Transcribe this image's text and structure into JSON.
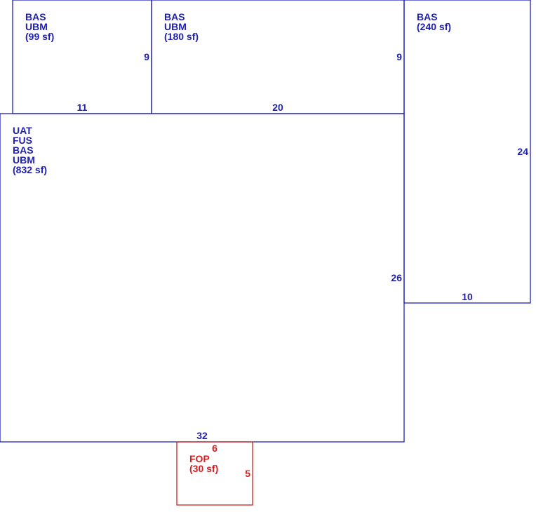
{
  "colors": {
    "main": "#1f1fb4",
    "porch": "#d42020"
  },
  "areas": [
    {
      "id": "a1",
      "lines": [
        "BAS",
        "UBM",
        "(99 sf)"
      ],
      "color": "main"
    },
    {
      "id": "a2",
      "lines": [
        "BAS",
        "UBM",
        "(180 sf)"
      ],
      "color": "main"
    },
    {
      "id": "a3",
      "lines": [
        "BAS",
        "(240 sf)"
      ],
      "color": "main"
    },
    {
      "id": "a4",
      "lines": [
        "UAT",
        "FUS",
        "BAS",
        "UBM",
        "(832 sf)"
      ],
      "color": "main"
    },
    {
      "id": "a5",
      "lines": [
        "FOP",
        "(30 sf)"
      ],
      "color": "porch"
    }
  ],
  "dimensions": {
    "a1_side": "9",
    "a1_bottom": "11",
    "a2_side": "9",
    "a2_bottom": "20",
    "a3_side": "24",
    "a3_bottom": "10",
    "a4_side": "26",
    "a4_bottom": "32",
    "a5_top": "6",
    "a5_side": "5"
  }
}
